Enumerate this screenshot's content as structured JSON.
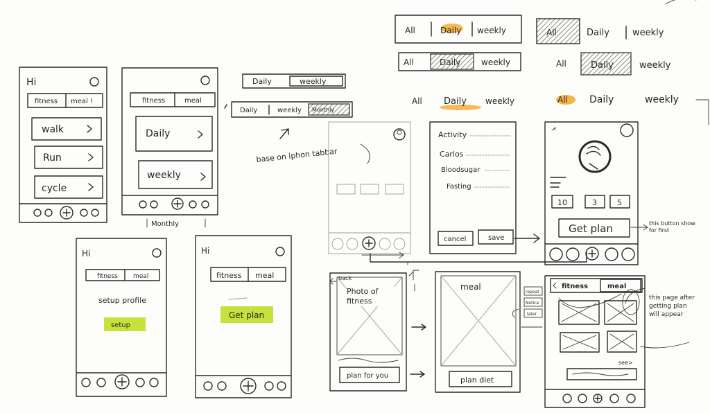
{
  "screens": {
    "s1": {
      "greeting": "Hi",
      "tabs": [
        "fitness",
        "meal !"
      ],
      "items": [
        "walk",
        "Run",
        "cycle"
      ]
    },
    "s2": {
      "tabs": [
        "fitness",
        "meal"
      ],
      "items": [
        "Daily",
        "weekly"
      ],
      "below": "Monthly"
    },
    "s3": {
      "greeting": "Hi",
      "tabs": [
        "fitness",
        "meal"
      ],
      "prompt": "setup profile",
      "button": "setup"
    },
    "s4": {
      "greeting": "Hi",
      "tabs": [
        "fitness",
        "meal"
      ],
      "button": "Get plan"
    },
    "s5": {
      "fields": [
        "Activity",
        "Carlos",
        "Bloodsugar",
        "Fasting"
      ],
      "buttons": [
        "cancel",
        "save"
      ]
    },
    "s6": {
      "counters": [
        "10",
        "3",
        "5"
      ],
      "button": "Get plan"
    },
    "s7": {
      "back": "back",
      "photo": "Photo of fitness",
      "button": "plan for you"
    },
    "s8": {
      "title": "meal",
      "button": "plan diet"
    },
    "s9": {
      "tabs": [
        "fitness",
        "meal"
      ],
      "see": "see>"
    }
  },
  "segment_sketches": {
    "top_center_1": [
      "Daily",
      "weekly"
    ],
    "top_center_2": [
      "Daily",
      "weekly",
      "Monthly"
    ],
    "right_variants": [
      "All",
      "Daily",
      "weekly"
    ]
  },
  "annotations": {
    "tabbar_note": "base on iphon tabbar",
    "get_plan_note": "this button show for first",
    "side_buttons": [
      "repeat",
      "Notice",
      "later"
    ],
    "page_note": "this page after getting plan will appear"
  },
  "colors": {
    "highlight_green": "#c6e23a",
    "highlight_orange": "#f2a21d",
    "pencil": "#2a2a2a",
    "shade": "#8f8f8f"
  }
}
